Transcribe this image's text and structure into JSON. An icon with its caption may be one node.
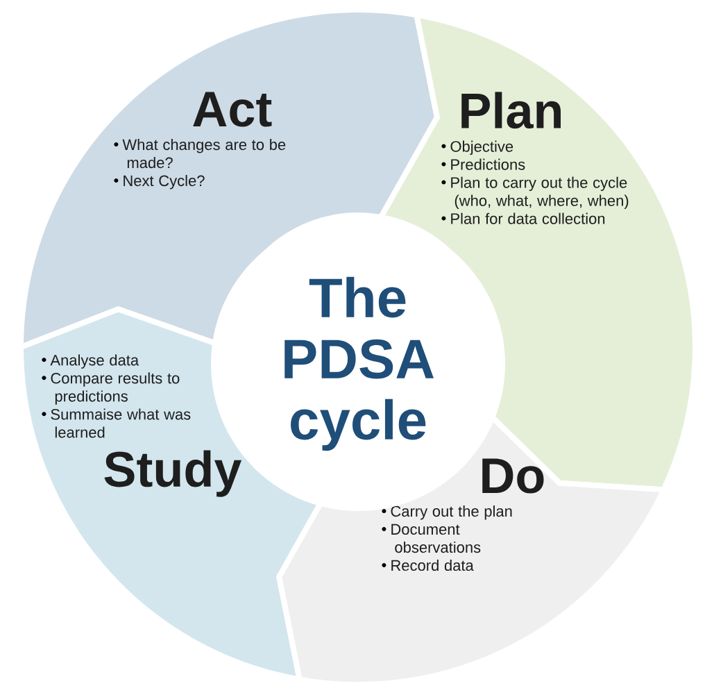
{
  "diagram": {
    "nodes": [
      {
        "text": [
          "Act",
          "What changes are to be made?",
          "Next Cycle?"
        ]
      },
      {
        "text": [
          "Plan",
          "Objective",
          "Predictions",
          "Plan to carry out the cycle (who, what, where, when)",
          "Plan for data collection"
        ]
      },
      {
        "text": [
          "The PDSA cycle"
        ]
      },
      {
        "text": [
          "Study",
          "Analyse data",
          "Compare results to predictions",
          "Summaise what was learned"
        ]
      },
      {
        "text": [
          "Do",
          "Carry out the plan",
          "Document observations",
          "Record data"
        ]
      }
    ]
  }
}
